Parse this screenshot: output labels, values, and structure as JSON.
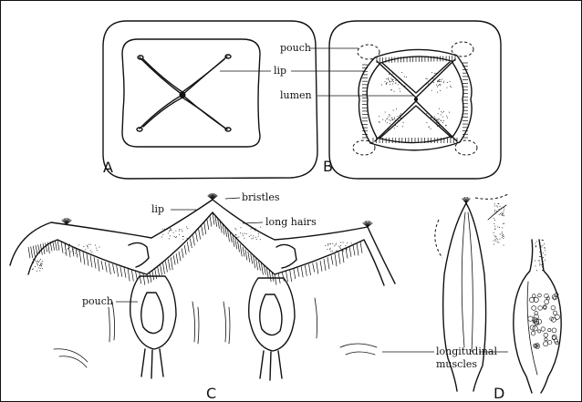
{
  "panels": {
    "A": "A",
    "B": "B",
    "C": "C",
    "D": "D"
  },
  "labels": {
    "pouch_b": "pouch",
    "lip_b": "lip",
    "lumen": "lumen",
    "lip_c": "lip",
    "bristles": "bristles",
    "long_hairs": "long hairs",
    "pouch_c": "pouch",
    "longitudinal": "longitudinal",
    "muscles": "muscles"
  },
  "colors": {
    "ink": "#111111",
    "background": "#ffffff"
  }
}
